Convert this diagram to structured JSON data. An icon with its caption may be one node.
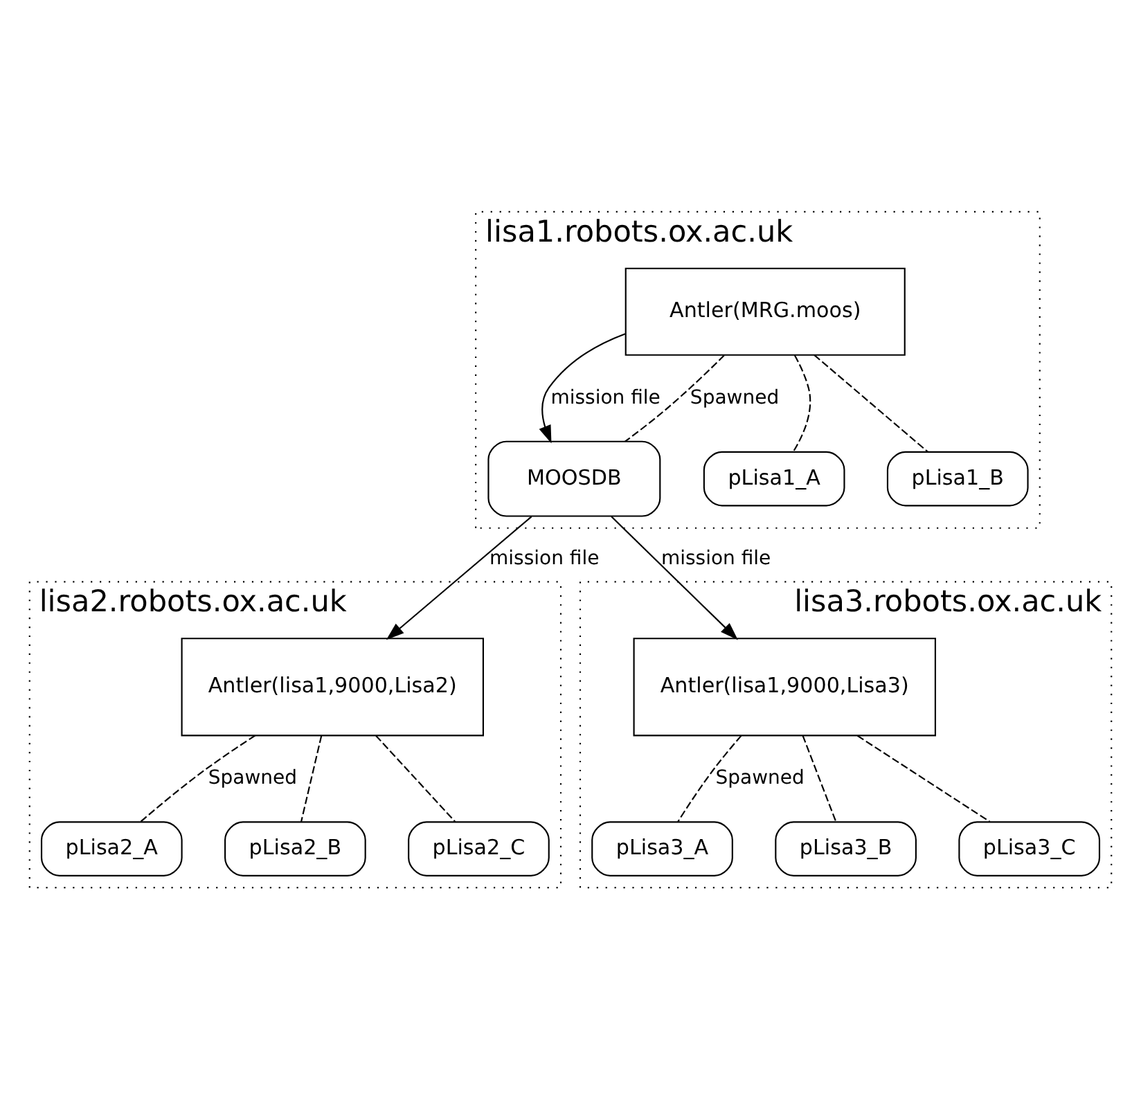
{
  "diagram": {
    "nodes": [
      {
        "text": [
          "lisa1.robots.ox.ac.uk"
        ]
      },
      {
        "text": [
          "Antler(MRG.moos)"
        ],
        "in": 0
      },
      {
        "text": [
          "MOOSDB"
        ],
        "in": 0
      },
      {
        "text": [
          "pLisa1_A"
        ],
        "in": 0
      },
      {
        "text": [
          "pLisa1_B"
        ],
        "in": 0
      },
      {
        "text": [
          "lisa2.robots.ox.ac.uk"
        ]
      },
      {
        "text": [
          "Antler(lisa1,9000,Lisa2)"
        ],
        "in": 5
      },
      {
        "text": [
          "pLisa2_A"
        ],
        "in": 5
      },
      {
        "text": [
          "pLisa2_B"
        ],
        "in": 5
      },
      {
        "text": [
          "pLisa2_C"
        ],
        "in": 5
      },
      {
        "text": [
          "lisa3.robots.ox.ac.uk"
        ]
      },
      {
        "text": [
          "Antler(lisa1,9000,Lisa3)"
        ],
        "in": 10
      },
      {
        "text": [
          "pLisa3_A"
        ],
        "in": 10
      },
      {
        "text": [
          "pLisa3_B"
        ],
        "in": 10
      },
      {
        "text": [
          "pLisa3_C"
        ],
        "in": 10
      }
    ],
    "edges": [
      {
        "from": 1,
        "to": 2,
        "arrow": "to",
        "label": "mission file"
      },
      {
        "from": 1,
        "to": 2,
        "arrow": "none",
        "style": "dashed",
        "label": "Spawned"
      },
      {
        "from": 1,
        "to": 3,
        "arrow": "none",
        "style": "dashed"
      },
      {
        "from": 1,
        "to": 4,
        "arrow": "none",
        "style": "dashed"
      },
      {
        "from": 2,
        "to": 6,
        "arrow": "to",
        "label": "mission file"
      },
      {
        "from": 2,
        "to": 11,
        "arrow": "to",
        "label": "mission file"
      },
      {
        "from": 6,
        "to": 7,
        "arrow": "none",
        "style": "dashed",
        "label": "Spawned"
      },
      {
        "from": 6,
        "to": 8,
        "arrow": "none",
        "style": "dashed"
      },
      {
        "from": 6,
        "to": 9,
        "arrow": "none",
        "style": "dashed"
      },
      {
        "from": 11,
        "to": 12,
        "arrow": "none",
        "style": "dashed",
        "label": "Spawned"
      },
      {
        "from": 11,
        "to": 13,
        "arrow": "none",
        "style": "dashed"
      },
      {
        "from": 11,
        "to": 14,
        "arrow": "none",
        "style": "dashed"
      }
    ]
  }
}
